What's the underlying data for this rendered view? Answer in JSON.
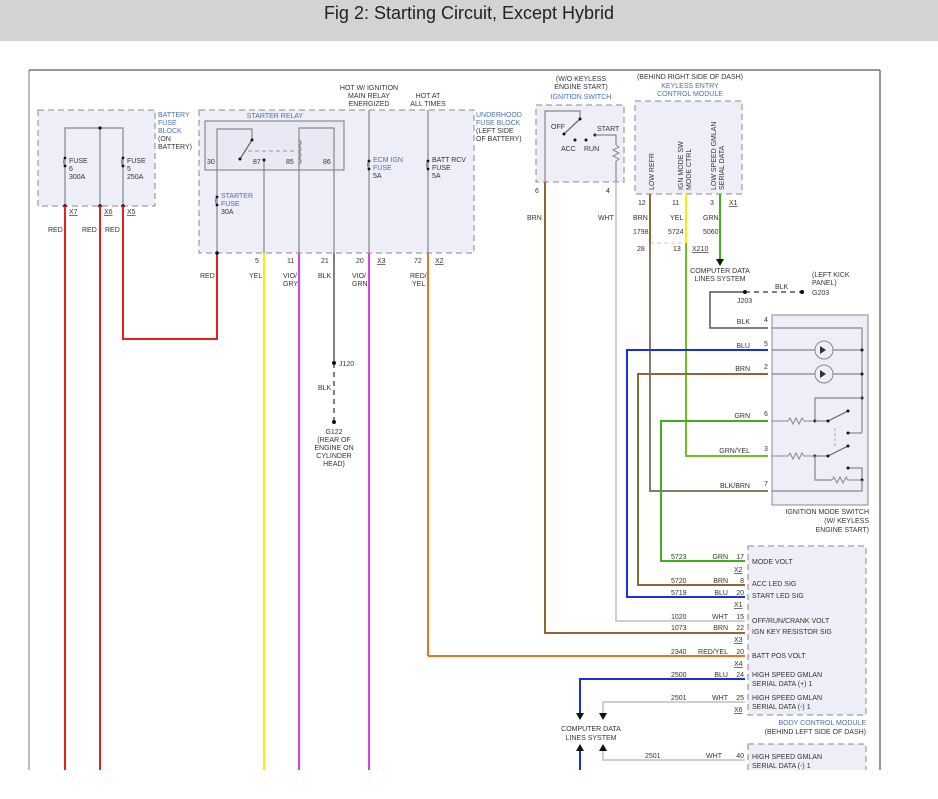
{
  "header": {
    "title": "Fig 2: Starting Circuit, Except Hybrid"
  },
  "colors": {
    "red": "#e8201a",
    "yellow": "#f5f000",
    "violet": "#e040e0",
    "black": "#555555",
    "orange": "#f07020",
    "brown": "#8a6a30",
    "white": "#cfcfcf",
    "green": "#40b020",
    "blue": "#1a30e0",
    "label_blue": "#4a6fb3",
    "box_fill": "#eeeef8",
    "box_border": "#888888"
  },
  "battery_fuse_block": {
    "label": [
      "BATTERY",
      "FUSE",
      "BLOCK",
      "(ON",
      "BATTERY)"
    ],
    "fuse6": [
      "FUSE",
      "6",
      "300A"
    ],
    "fuse5": [
      "FUSE",
      "5",
      "250A"
    ],
    "connectors": [
      "X7",
      "X6",
      "X5"
    ],
    "wires": [
      "RED",
      "RED",
      "RED"
    ]
  },
  "underhood_fuse_block": {
    "label": [
      "UNDERHOOD",
      "FUSE BLOCK",
      "(LEFT SIDE",
      "OF BATTERY)"
    ],
    "hot_ign": [
      "HOT W/ IGNITION",
      "MAIN RELAY",
      "ENERGIZED"
    ],
    "hot_all": [
      "HOT AT",
      "ALL TIMES"
    ],
    "starter_relay": {
      "label": "STARTER RELAY",
      "pins": [
        "30",
        "87",
        "85",
        "86"
      ]
    },
    "starter_fuse": [
      "STARTER",
      "FUSE",
      "30A"
    ],
    "ecm_fuse": [
      "ECM IGN",
      "FUSE",
      "5A"
    ],
    "batt_fuse": [
      "BATT RCV",
      "FUSE",
      "5A"
    ],
    "pins": [
      "5",
      "11",
      "21",
      "20",
      "72"
    ],
    "connectors": [
      "X3",
      "X2"
    ],
    "wires": [
      {
        "name": "RED"
      },
      {
        "name": "YEL"
      },
      {
        "name": "VIO/\nGRY",
        "l1": "VIO/",
        "l2": "GRY"
      },
      {
        "name": "BLK"
      },
      {
        "l1": "VIO/",
        "l2": "GRN"
      },
      {
        "l1": "RED/",
        "l2": "YEL"
      }
    ]
  },
  "ground_g122": {
    "splice": "J120",
    "wire": "BLK",
    "label": [
      "G122",
      "(REAR OF",
      "ENGINE ON",
      "CYLINDER",
      "HEAD)"
    ]
  },
  "ignition_switch": {
    "note": [
      "(W/O KEYLESS",
      "ENGINE START)"
    ],
    "label": "IGNITION SWITCH",
    "positions": [
      "OFF",
      "ACC",
      "RUN",
      "START"
    ],
    "pins": [
      "6",
      "4"
    ],
    "wires": [
      "BRN",
      "WHT"
    ]
  },
  "keyless_module": {
    "note": "(BEHIND RIGHT SIDE OF DASH)",
    "label": [
      "KEYLESS ENTRY",
      "CONTROL MODULE"
    ],
    "pin_labels": [
      "LOW REFR",
      "IGN MODE SW",
      "MODE CTRL",
      "LOW SPEED GMLAN",
      "SERIAL DATA"
    ],
    "pins": [
      "12",
      "11",
      "3"
    ],
    "connector": "X1",
    "wires": [
      "BRN",
      "YEL",
      "GRN"
    ],
    "circuits": [
      "1798",
      "5724",
      "5060"
    ],
    "x210_pins": [
      "28",
      "13"
    ],
    "x210": "X210",
    "cdls": [
      "COMPUTER DATA",
      "LINES SYSTEM"
    ]
  },
  "ground_g203": {
    "splice": "J203",
    "wire": "BLK",
    "label": [
      "(LEFT KICK",
      "PANEL)",
      "G203"
    ]
  },
  "ignition_mode_switch": {
    "label": [
      "IGNITION MODE SWITCH",
      "(W/ KEYLESS",
      "ENGINE START)"
    ],
    "wires": [
      {
        "color": "BLK",
        "pin": "4"
      },
      {
        "color": "BLU",
        "pin": "5"
      },
      {
        "color": "BRN",
        "pin": "2"
      },
      {
        "color": "GRN",
        "pin": "6"
      },
      {
        "color": "GRN/YEL",
        "pin": "3"
      },
      {
        "color": "BLK/BRN",
        "pin": "7"
      }
    ]
  },
  "bcm": {
    "label": "BODY CONTROL MODULE",
    "note": "(BEHIND LEFT SIDE OF DASH)",
    "rows": [
      {
        "circuit": "5723",
        "color": "GRN",
        "pin": "17",
        "signal": "MODE VOLT",
        "conn": "X2"
      },
      {
        "circuit": "5720",
        "color": "BRN",
        "pin": "8",
        "signal": "ACC LED SIG"
      },
      {
        "circuit": "5719",
        "color": "BLU",
        "pin": "20",
        "signal": "START LED SIG",
        "conn": "X1"
      },
      {
        "circuit": "1020",
        "color": "WHT",
        "pin": "15",
        "signal": "OFF/RUN/CRANK VOLT"
      },
      {
        "circuit": "1073",
        "color": "BRN",
        "pin": "22",
        "signal": "IGN KEY RESISTOR SIG",
        "conn": "X3"
      },
      {
        "circuit": "2340",
        "color": "RED/YEL",
        "pin": "20",
        "signal": "BATT POS VOLT",
        "conn": "X4"
      },
      {
        "circuit": "2500",
        "color": "BLU",
        "pin": "24",
        "signal": "HIGH SPEED GMLAN",
        "signal2": "SERIAL DATA (+) 1"
      },
      {
        "circuit": "2501",
        "color": "WHT",
        "pin": "25",
        "signal": "HIGH SPEED GMLAN",
        "signal2": "SERIAL DATA (-) 1",
        "conn": "X6"
      }
    ],
    "cdls": [
      "COMPUTER DATA",
      "LINES SYSTEM"
    ]
  },
  "lower_module": {
    "row": {
      "circuit": "2501",
      "color": "WHT",
      "pin": "40",
      "signal": "HIGH SPEED GMLAN",
      "signal2": "SERIAL DATA (-) 1"
    }
  }
}
